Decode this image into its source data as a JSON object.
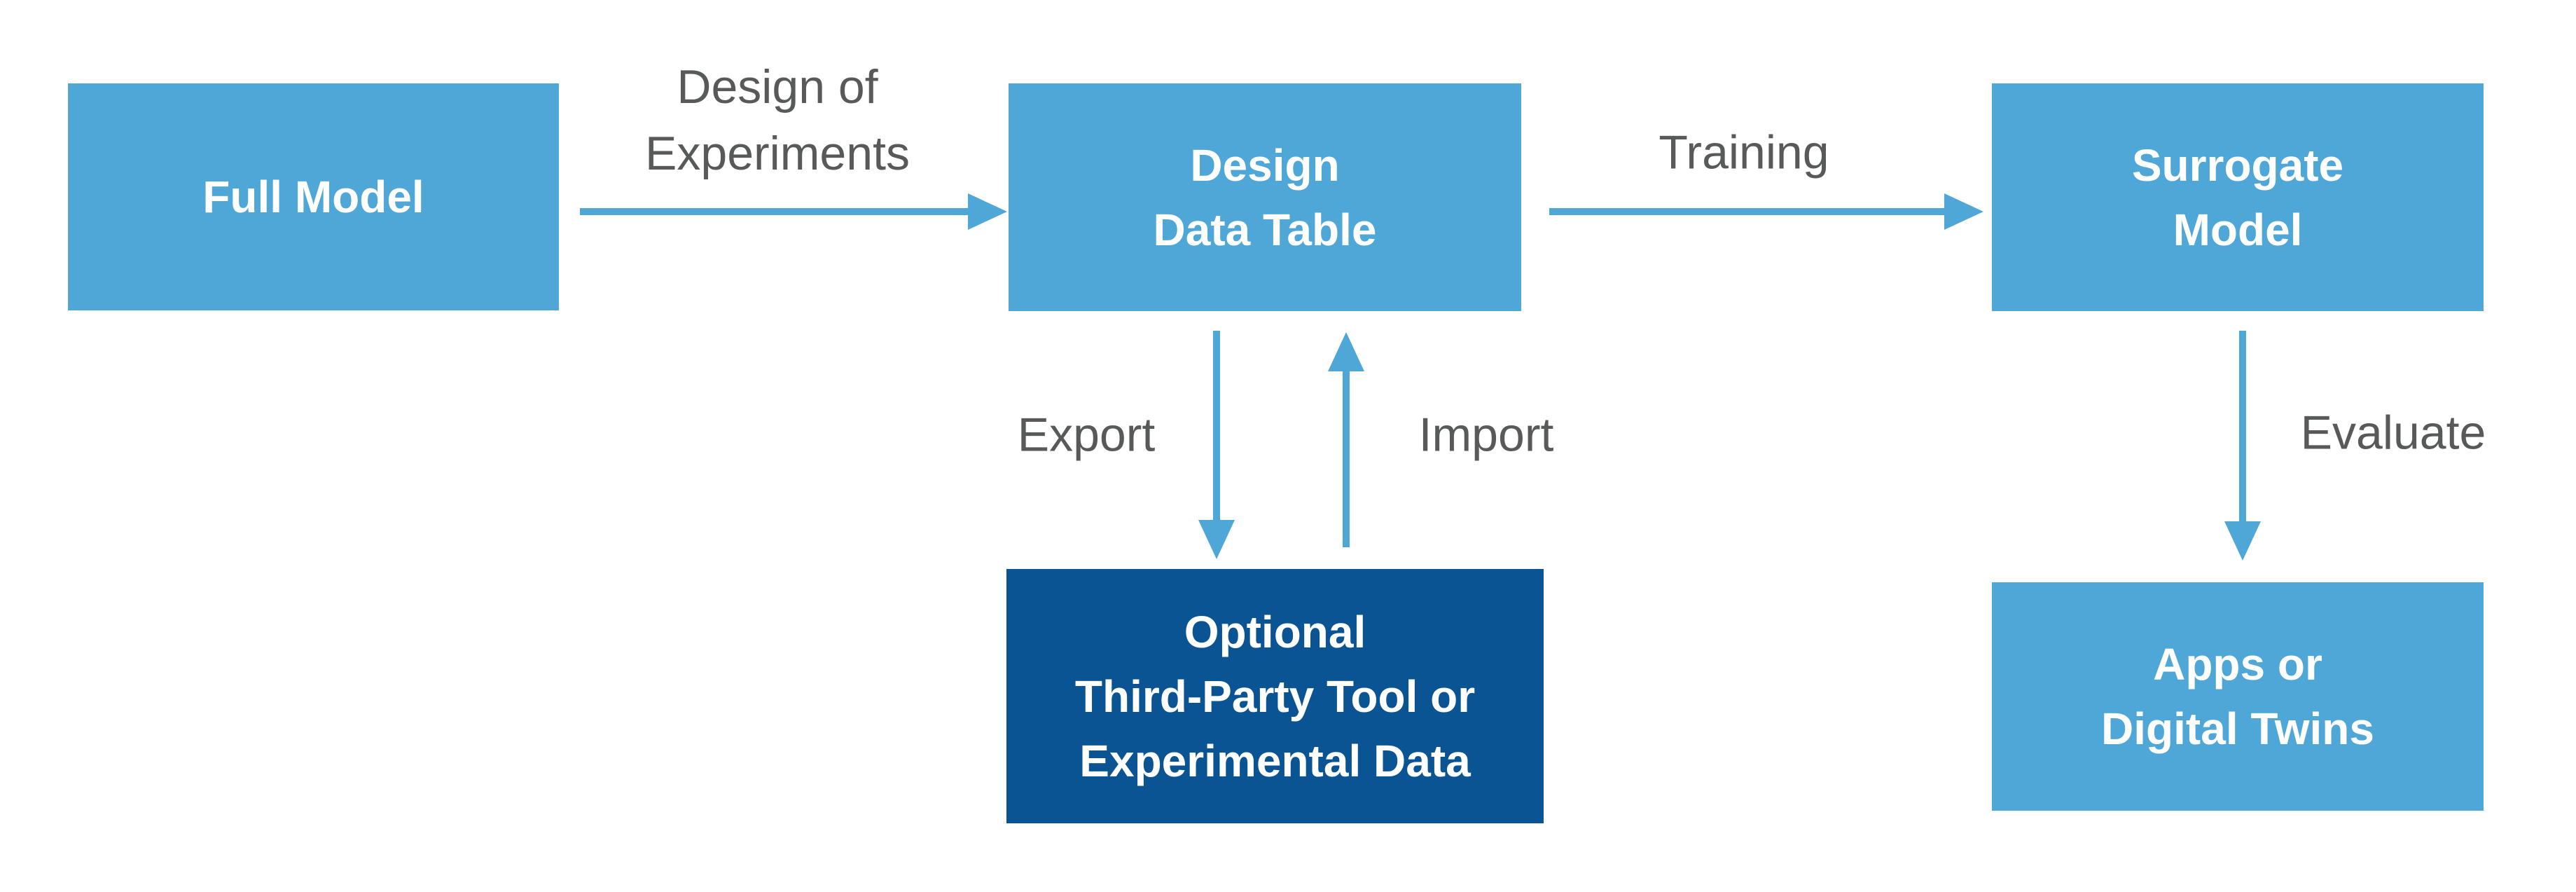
{
  "palette": {
    "box_blue": "#4FA7D7",
    "box_dark_blue": "#0A5493",
    "arrow_blue": "#4FA7D7",
    "label_gray": "#58595B",
    "box_text": "#FFFFFF",
    "background": "#FFFFFF"
  },
  "nodes": [
    {
      "id": "full-model",
      "variant": "light",
      "lines": [
        "Full Model"
      ]
    },
    {
      "id": "design-data-table",
      "variant": "light",
      "lines": [
        "Design",
        "Data Table"
      ]
    },
    {
      "id": "surrogate-model",
      "variant": "light",
      "lines": [
        "Surrogate",
        "Model"
      ]
    },
    {
      "id": "optional-third-party",
      "variant": "dark",
      "lines": [
        "Optional",
        "Third-Party Tool or",
        "Experimental Data"
      ]
    },
    {
      "id": "apps-digital-twins",
      "variant": "light",
      "lines": [
        "Apps or",
        "Digital Twins"
      ]
    }
  ],
  "edges": [
    {
      "id": "design-of-experiments",
      "from": "full-model",
      "to": "design-data-table",
      "direction": "right",
      "label_lines": [
        "Design of",
        "Experiments"
      ]
    },
    {
      "id": "training",
      "from": "design-data-table",
      "to": "surrogate-model",
      "direction": "right",
      "label_lines": [
        "Training"
      ]
    },
    {
      "id": "export",
      "from": "design-data-table",
      "to": "optional-third-party",
      "direction": "down",
      "label_lines": [
        "Export"
      ]
    },
    {
      "id": "import",
      "from": "optional-third-party",
      "to": "design-data-table",
      "direction": "up",
      "label_lines": [
        "Import"
      ]
    },
    {
      "id": "evaluate",
      "from": "surrogate-model",
      "to": "apps-digital-twins",
      "direction": "down",
      "label_lines": [
        "Evaluate"
      ]
    }
  ]
}
